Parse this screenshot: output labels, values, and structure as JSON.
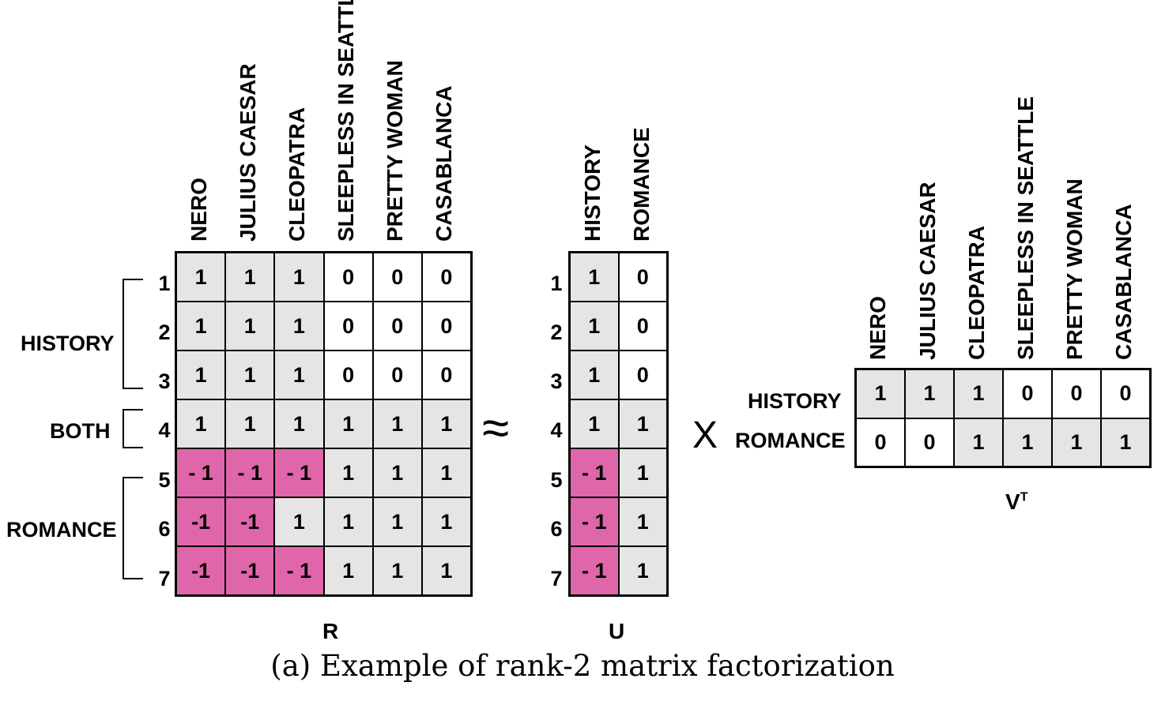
{
  "movies": [
    "NERO",
    "JULIUS CAESAR",
    "CLEOPATRA",
    "SLEEPLESS IN SEATTLE",
    "PRETTY WOMAN",
    "CASABLANCA"
  ],
  "row_numbers": [
    "1",
    "2",
    "3",
    "4",
    "5",
    "6",
    "7"
  ],
  "groups": {
    "history": "HISTORY",
    "both": "BOTH",
    "romance": "ROMANCE"
  },
  "R": {
    "label": "R",
    "values": [
      [
        "1",
        "1",
        "1",
        "0",
        "0",
        "0"
      ],
      [
        "1",
        "1",
        "1",
        "0",
        "0",
        "0"
      ],
      [
        "1",
        "1",
        "1",
        "0",
        "0",
        "0"
      ],
      [
        "1",
        "1",
        "1",
        "1",
        "1",
        "1"
      ],
      [
        "- 1",
        "- 1",
        "- 1",
        "1",
        "1",
        "1"
      ],
      [
        "-1",
        "-1",
        "1",
        "1",
        "1",
        "1"
      ],
      [
        "-1",
        "-1",
        "- 1",
        "1",
        "1",
        "1"
      ]
    ],
    "fill": [
      [
        "g",
        "g",
        "g",
        "w",
        "w",
        "w"
      ],
      [
        "g",
        "g",
        "g",
        "w",
        "w",
        "w"
      ],
      [
        "g",
        "g",
        "g",
        "w",
        "w",
        "w"
      ],
      [
        "g",
        "g",
        "g",
        "g",
        "g",
        "g"
      ],
      [
        "p",
        "p",
        "p",
        "g",
        "g",
        "g"
      ],
      [
        "p",
        "p",
        "g",
        "g",
        "g",
        "g"
      ],
      [
        "p",
        "p",
        "p",
        "g",
        "g",
        "g"
      ]
    ]
  },
  "U": {
    "label": "U",
    "columns": [
      "HISTORY",
      "ROMANCE"
    ],
    "values": [
      [
        "1",
        "0"
      ],
      [
        "1",
        "0"
      ],
      [
        "1",
        "0"
      ],
      [
        "1",
        "1"
      ],
      [
        "- 1",
        "1"
      ],
      [
        "- 1",
        "1"
      ],
      [
        "- 1",
        "1"
      ]
    ],
    "fill": [
      [
        "g",
        "w"
      ],
      [
        "g",
        "w"
      ],
      [
        "g",
        "w"
      ],
      [
        "g",
        "g"
      ],
      [
        "p",
        "g"
      ],
      [
        "p",
        "g"
      ],
      [
        "p",
        "g"
      ]
    ]
  },
  "VT": {
    "label": "V",
    "label_sup": "T",
    "rows": [
      "HISTORY",
      "ROMANCE"
    ],
    "values": [
      [
        "1",
        "1",
        "1",
        "0",
        "0",
        "0"
      ],
      [
        "0",
        "0",
        "1",
        "1",
        "1",
        "1"
      ]
    ],
    "fill": [
      [
        "g",
        "g",
        "g",
        "w",
        "w",
        "w"
      ],
      [
        "w",
        "w",
        "g",
        "g",
        "g",
        "g"
      ]
    ]
  },
  "symbols": {
    "approx": "≈",
    "times": "X"
  },
  "caption": "(a) Example of rank-2 matrix factorization",
  "colors": {
    "g": "#e5e5e5",
    "p": "#e066aa",
    "w": "#ffffff",
    "line": "#000000"
  }
}
